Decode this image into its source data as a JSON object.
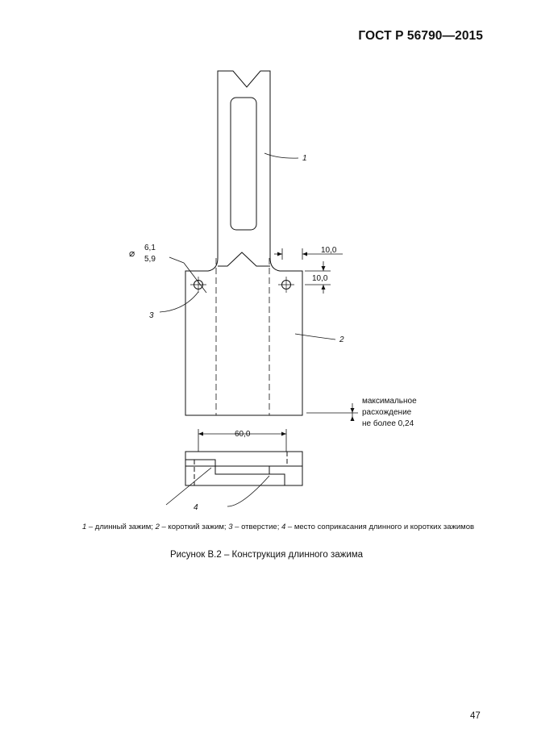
{
  "header": {
    "standard": "ГОСТ Р 56790—2015"
  },
  "figure": {
    "dimensions": {
      "diameter_symbol": "⌀",
      "diameter_upper": "6,1",
      "diameter_lower": "5,9",
      "horizontal_offset": "10,0",
      "vertical_offset": "10,0",
      "width": "60,0",
      "deviation_line1": "максимальное",
      "deviation_line2": "расхождение",
      "deviation_line3": "не более  0,24"
    },
    "callouts": [
      "1",
      "2",
      "3",
      "4"
    ],
    "legend": {
      "num1": "1",
      "text1": " – длинный зажим; ",
      "num2": "2",
      "text2": " – короткий зажим; ",
      "num3": "3",
      "text3": " – отверстие; ",
      "num4": "4",
      "text4": " – место соприкасания длинного и коротких зажимов"
    },
    "caption": "Рисунок В.2 – Конструкция длинного зажима"
  },
  "page_number": "47"
}
